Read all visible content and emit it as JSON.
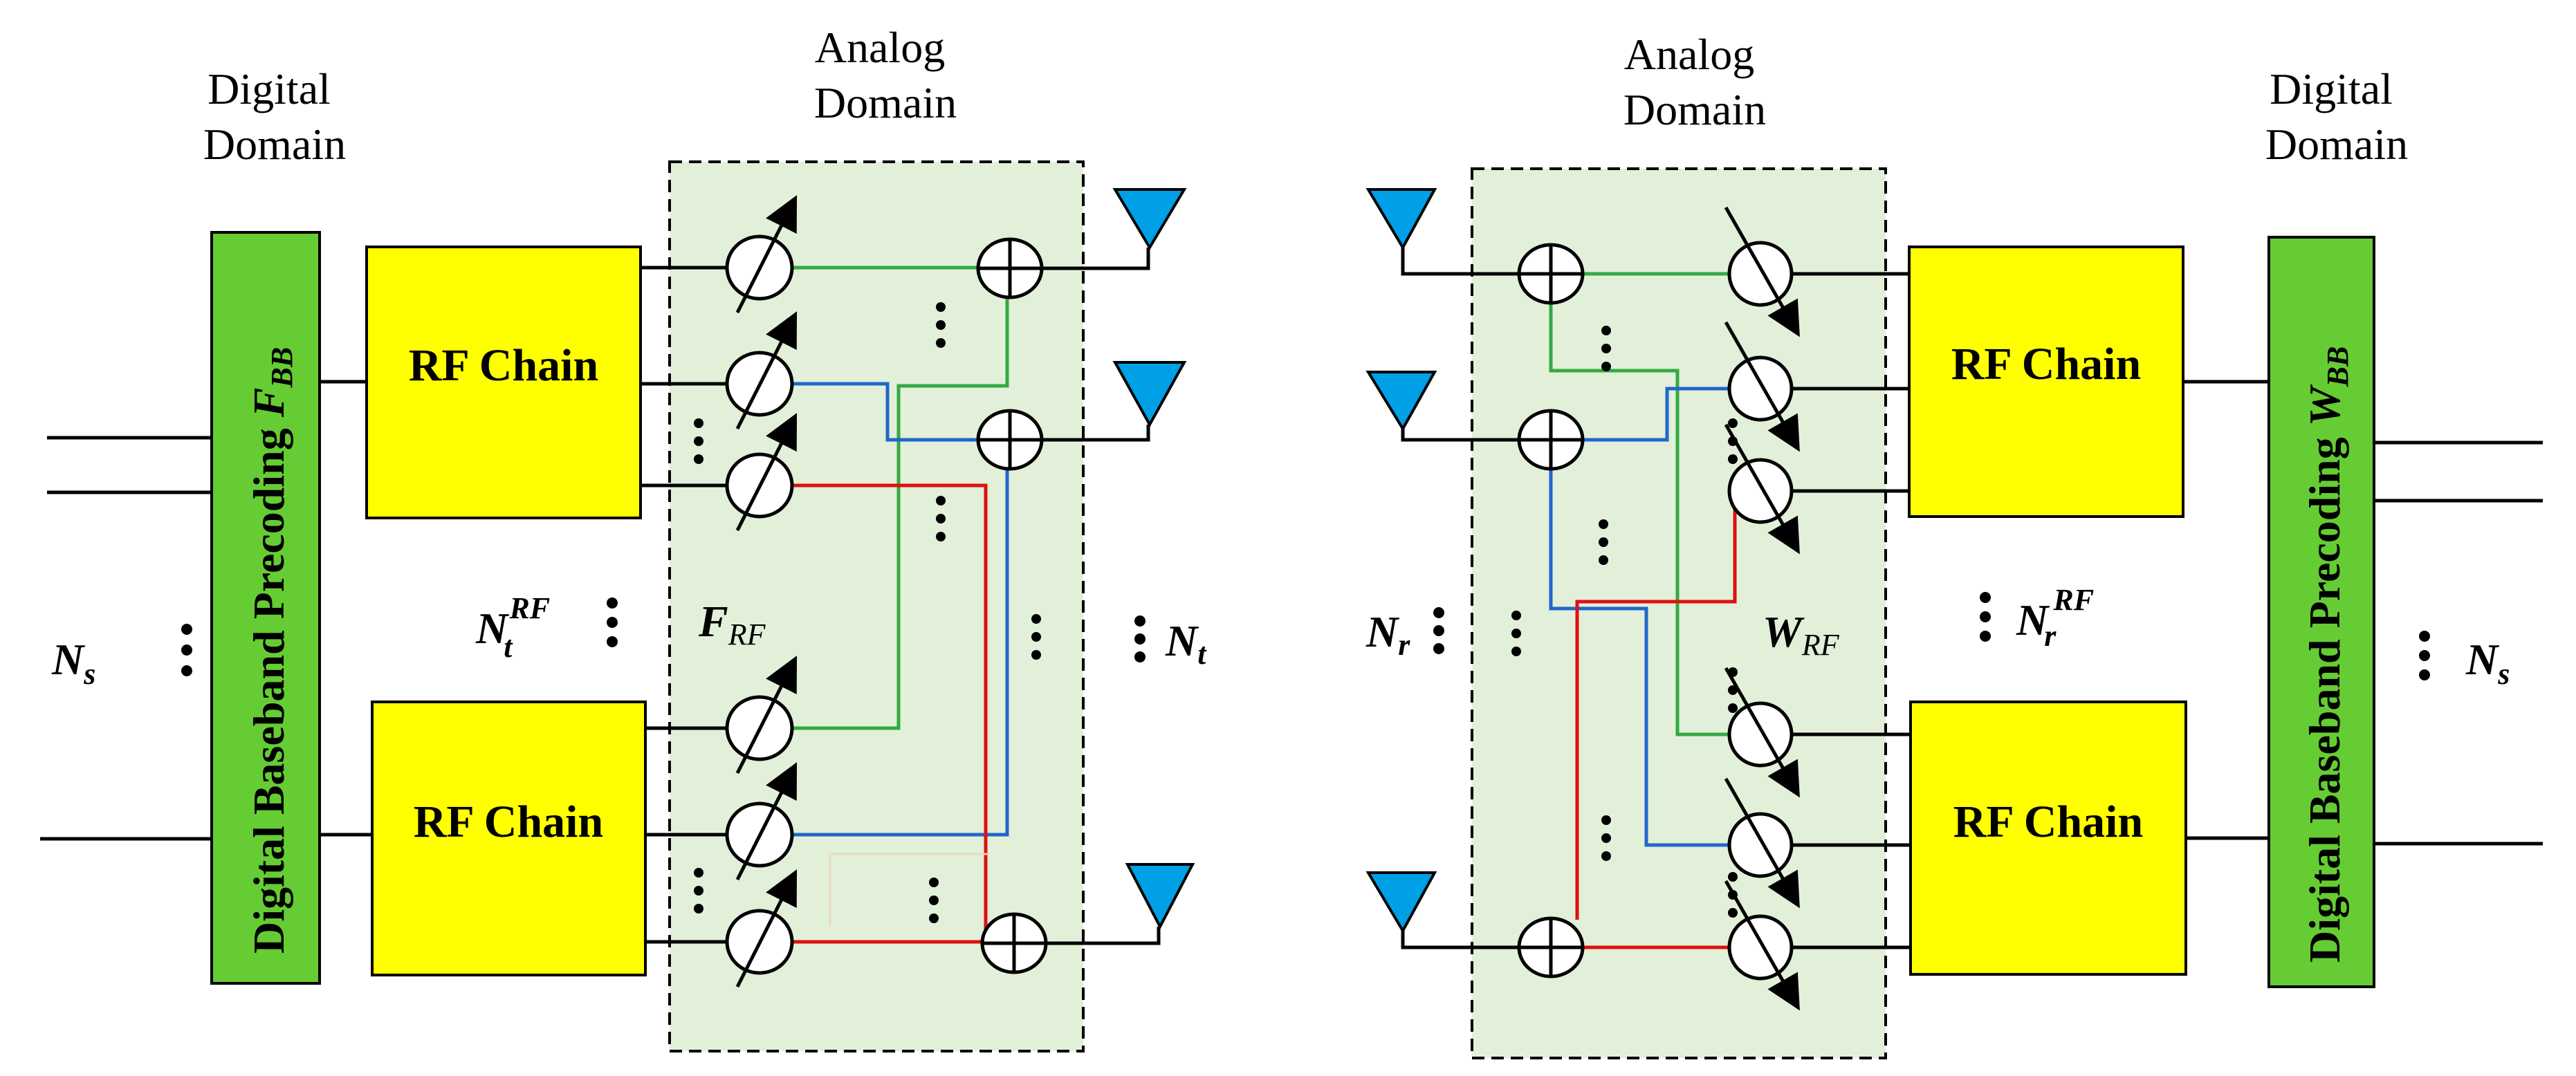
{
  "colors": {
    "rf_chain_fill": "#ffff00",
    "baseband_fill": "#66cc33",
    "analog_domain_fill": "#e2f0d9",
    "antenna_fill": "#00a0e6",
    "line_green": "#33aa44",
    "line_blue": "#2266cc",
    "line_red": "#dd1111",
    "line_black": "#000000"
  },
  "transmitter": {
    "digital_domain_label": [
      "Digital",
      "Domain"
    ],
    "analog_domain_label": [
      "Analog",
      "Domain"
    ],
    "baseband_label": "Digital Baseband Precoding ",
    "baseband_symbol": "F",
    "baseband_symbol_sub": "BB",
    "rf_chain_top": "RF Chain",
    "rf_chain_bottom": "RF Chain",
    "ns_symbol": "N",
    "ns_sub": "s",
    "nrf_symbol": "N",
    "nrf_sub": "t",
    "nrf_sup": "RF",
    "frf_symbol": "F",
    "frf_sub": "RF",
    "nt_symbol": "N",
    "nt_sub": "t"
  },
  "receiver": {
    "digital_domain_label": [
      "Digital",
      "Domain"
    ],
    "analog_domain_label": [
      "Analog",
      "Domain"
    ],
    "baseband_label": "Digital Baseband Precoding ",
    "baseband_symbol": "W",
    "baseband_symbol_sub": "BB",
    "rf_chain_top": "RF Chain",
    "rf_chain_bottom": "RF Chain",
    "ns_symbol": "N",
    "ns_sub": "s",
    "nrf_symbol": "N",
    "nrf_sub": "r",
    "nrf_sup": "RF",
    "wrf_symbol": "W",
    "wrf_sub": "RF",
    "nr_symbol": "N",
    "nr_sub": "r"
  }
}
